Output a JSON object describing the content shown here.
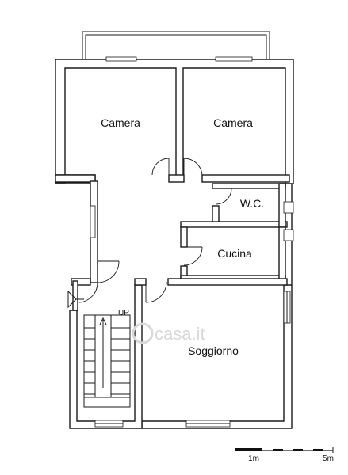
{
  "rooms": {
    "camera_left": "Camera",
    "camera_right": "Camera",
    "wc": "W.C.",
    "cucina": "Cucina",
    "soggiorno": "Soggiorno"
  },
  "stairs": {
    "up_label": "UP"
  },
  "watermark": {
    "text": "casa.it"
  },
  "scale_bar": {
    "label_1": "1m",
    "label_2": "5m"
  }
}
